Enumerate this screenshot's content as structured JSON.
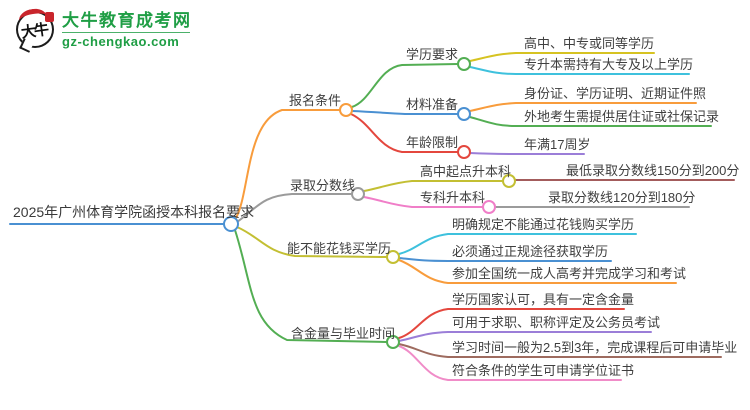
{
  "brand": {
    "site_name": "大牛教育成考网",
    "site_url": "gz-chengkao.com",
    "logo_text": "大牛",
    "green": "#1f9e45",
    "red": "#c9252c"
  },
  "palette": {
    "blue": "#4a90d2",
    "orange": "#f89c3c",
    "gray": "#9b9b9b",
    "olive": "#c3bf33",
    "gold": "#d6c322",
    "green": "#53ae53",
    "red": "#e4473e",
    "cyan": "#3ec1dd",
    "purple": "#9b7ed8",
    "maroon": "#a35c5c",
    "pink": "#f07ec8",
    "pink_light": "#f08cc8",
    "brown": "#9e6b5f",
    "white": "#ffffff"
  },
  "mindmap": {
    "root": {
      "label": "2025年广州体育学院函授本科报名要求"
    },
    "branches": [
      {
        "label": "报名条件",
        "children": [
          {
            "label": "学历要求",
            "children": [
              {
                "label": "高中、中专或同等学历"
              },
              {
                "label": "专升本需持有大专及以上学历"
              }
            ]
          },
          {
            "label": "材料准备",
            "children": [
              {
                "label": "身份证、学历证明、近期证件照"
              },
              {
                "label": "外地考生需提供居住证或社保记录"
              }
            ]
          },
          {
            "label": "年龄限制",
            "children": [
              {
                "label": "年满17周岁"
              }
            ]
          }
        ]
      },
      {
        "label": "录取分数线",
        "children": [
          {
            "label": "高中起点升本科",
            "children": [
              {
                "label": "最低录取分数线150分到200分"
              }
            ]
          },
          {
            "label": "专科升本科",
            "children": [
              {
                "label": "录取分数线120分到180分"
              }
            ]
          }
        ]
      },
      {
        "label": "能不能花钱买学历",
        "children": [
          {
            "label": "明确规定不能通过花钱购买学历"
          },
          {
            "label": "必须通过正规途径获取学历"
          },
          {
            "label": "参加全国统一成人高考并完成学习和考试"
          }
        ]
      },
      {
        "label": "含金量与毕业时间",
        "children": [
          {
            "label": "学历国家认可，具有一定含金量"
          },
          {
            "label": "可用于求职、职称评定及公务员考试"
          },
          {
            "label": "学习时间一般为2.5到3年，完成课程后可申请毕业"
          },
          {
            "label": "符合条件的学生可申请学位证书"
          }
        ]
      }
    ]
  }
}
